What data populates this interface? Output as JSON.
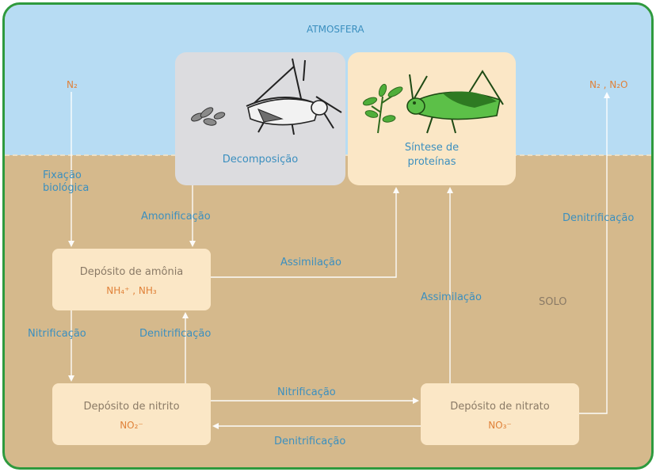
{
  "title": "ATMOSFERA",
  "solo": "SOLO",
  "gases": {
    "n2_left": "N₂",
    "n2_n2o": "N₂ , N₂O"
  },
  "panels": {
    "decomposition": "Decomposição",
    "synthesis": [
      "Síntese de",
      "proteínas"
    ]
  },
  "boxes": {
    "ammonium": {
      "title": "Depósito de amônia",
      "formula": "NH₄⁺ , NH₃"
    },
    "nitrite": {
      "title": "Depósito de nitrito",
      "formula": "NO₂⁻"
    },
    "nitrate": {
      "title": "Depósito de nitrato",
      "formula": "NO₃⁻"
    }
  },
  "processes": {
    "fixation": [
      "Fixação",
      "biológica"
    ],
    "ammonification": "Amonificação",
    "assimilation_top": "Assimilação",
    "assimilation_right": "Assimilação",
    "denitrification_right": "Denitrificação",
    "nitrification_left": "Nitrificação",
    "denitrification_mid": "Denitrificação",
    "nitrification_bottom": "Nitrificação",
    "denitrification_bottom": "Denitrificação"
  },
  "colors": {
    "border": "#2e9a3e",
    "sky": "#b7dcf3",
    "soil": "#d5b98c",
    "label": "#3b8fbf",
    "formula": "#e0823a"
  }
}
